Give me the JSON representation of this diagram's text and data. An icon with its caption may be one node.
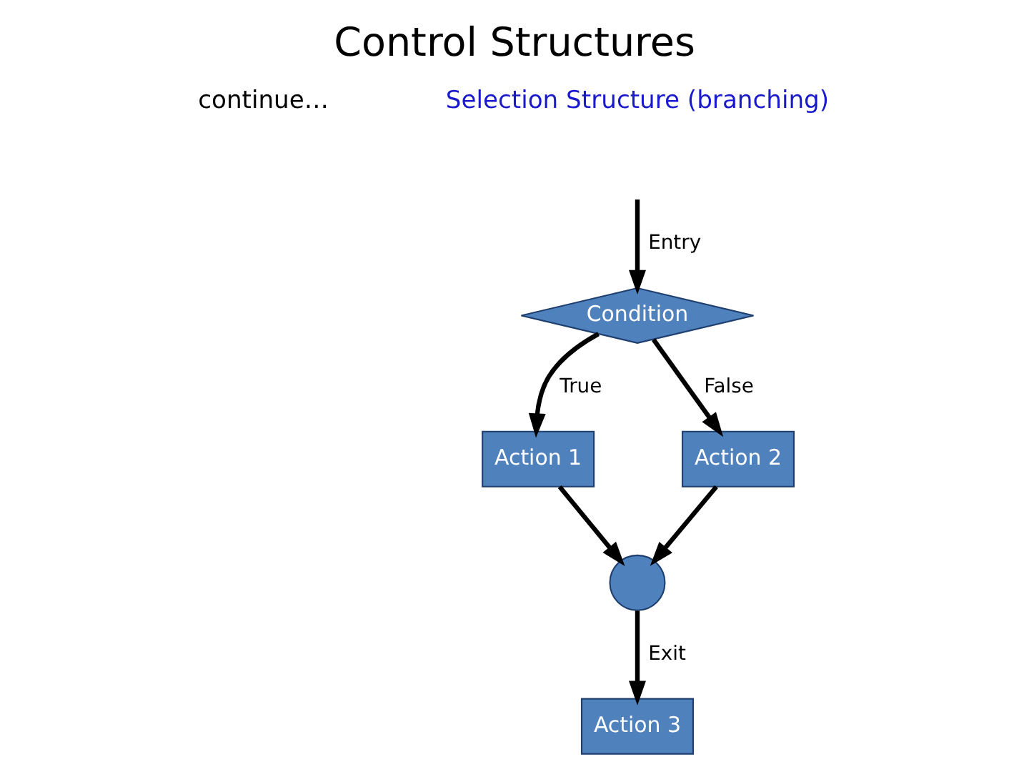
{
  "diagram": {
    "title": "Control Structures",
    "nodes": [
      {
        "text": [
          "Condition"
        ]
      },
      {
        "text": [
          "Action 1"
        ]
      },
      {
        "text": [
          "Action 2"
        ]
      },
      {
        "text": [],
        "shape": "circle"
      },
      {
        "text": [
          "Action 3"
        ]
      }
    ],
    "edges": [
      {
        "from": null,
        "to": 0,
        "arrow": "to",
        "label": "Entry"
      },
      {
        "from": 0,
        "to": 1,
        "arrow": "to",
        "label": "True"
      },
      {
        "from": 0,
        "to": 2,
        "arrow": "to",
        "label": "False"
      },
      {
        "from": 1,
        "to": 3,
        "arrow": "to"
      },
      {
        "from": 2,
        "to": 3,
        "arrow": "to"
      },
      {
        "from": 3,
        "to": 4,
        "arrow": "to",
        "label": "Exit"
      }
    ],
    "labels": [
      "continue…",
      "Selection Structure (branching)"
    ]
  }
}
